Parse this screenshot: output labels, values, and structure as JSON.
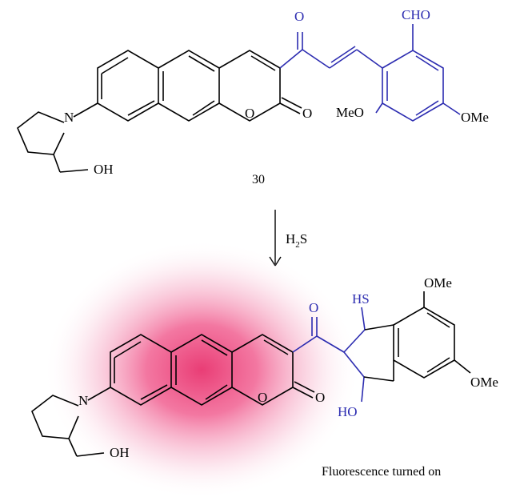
{
  "colors": {
    "bond": "#000000",
    "highlight": "#2b2bb0",
    "glow": "#ee3f7a"
  },
  "compound": {
    "label": "30",
    "atoms": {
      "cho": "CHO",
      "o_ketone": "O",
      "o_ring": "O",
      "o_lactone": "O",
      "meo": "MeO",
      "ome": "OMe",
      "n": "N",
      "oh": "OH"
    }
  },
  "reaction": {
    "reagent": "H",
    "reagent_sub": "2",
    "reagent_tail": "S"
  },
  "product": {
    "atoms": {
      "o_ketone": "O",
      "hs": "HS",
      "ome_top": "OMe",
      "ome_right": "OMe",
      "ho": "HO",
      "o_ring": "O",
      "o_lactone": "O",
      "n": "N",
      "oh": "OH"
    },
    "caption": "Fluorescence turned on"
  }
}
